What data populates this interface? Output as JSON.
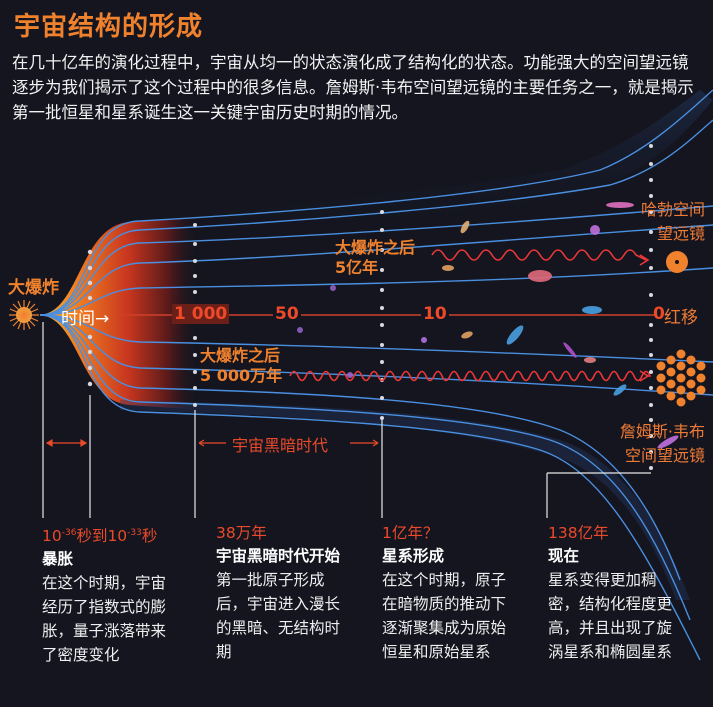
{
  "title": "宇宙结构的形成",
  "intro": "在几十亿年的演化过程中，宇宙从均一的状态演化成了结构化的状态。功能强大的空间望远镜逐步为我们揭示了这个过程中的很多信息。詹姆斯·韦布空间望远镜的主要任务之一，就是揭示第一批恒星和星系诞生这一关键宇宙历史时期的情况。",
  "diagram": {
    "big_bang": "大爆炸",
    "time_arrow": "时间→",
    "redshift_ticks": [
      "1 000",
      "50",
      "10",
      "0"
    ],
    "redshift_label": "红移",
    "after_500m_line1": "大爆炸之后",
    "after_500m_line2": "5亿年",
    "after_50m_line1": "大爆炸之后",
    "after_50m_line2": "5 000万年",
    "hubble_line1": "哈勃空间",
    "hubble_line2": "望远镜",
    "jwst_line1": "詹姆斯·韦布",
    "jwst_line2": "空间望远镜",
    "dark_ages": "宇宙黑暗时代",
    "colors": {
      "accent": "#f0822e",
      "red": "#ea4a2a",
      "blue": "#4a8fe0",
      "background": "#14151f"
    }
  },
  "columns": [
    {
      "when_pre": "10",
      "exp1": "-36",
      "mid": "秒到10",
      "exp2": "-33",
      "when_post": "秒",
      "head": "暴胀",
      "body": "在这个时期，宇宙经历了指数式的膨胀，量子涨落带来了密度变化"
    },
    {
      "when": "38万年",
      "head": "宇宙黑暗时代开始",
      "body": "第一批原子形成后，宇宙进入漫长的黑暗、无结构时期"
    },
    {
      "when": "1亿年？",
      "head": "星系形成",
      "body": "在这个时期，原子在暗物质的推动下逐渐聚集成为原始恒星和原始星系"
    },
    {
      "when": "138亿年",
      "head": "现在",
      "body": "星系变得更加稠密，结构化程度更高，并且出现了旋涡星系和椭圆星系"
    }
  ]
}
